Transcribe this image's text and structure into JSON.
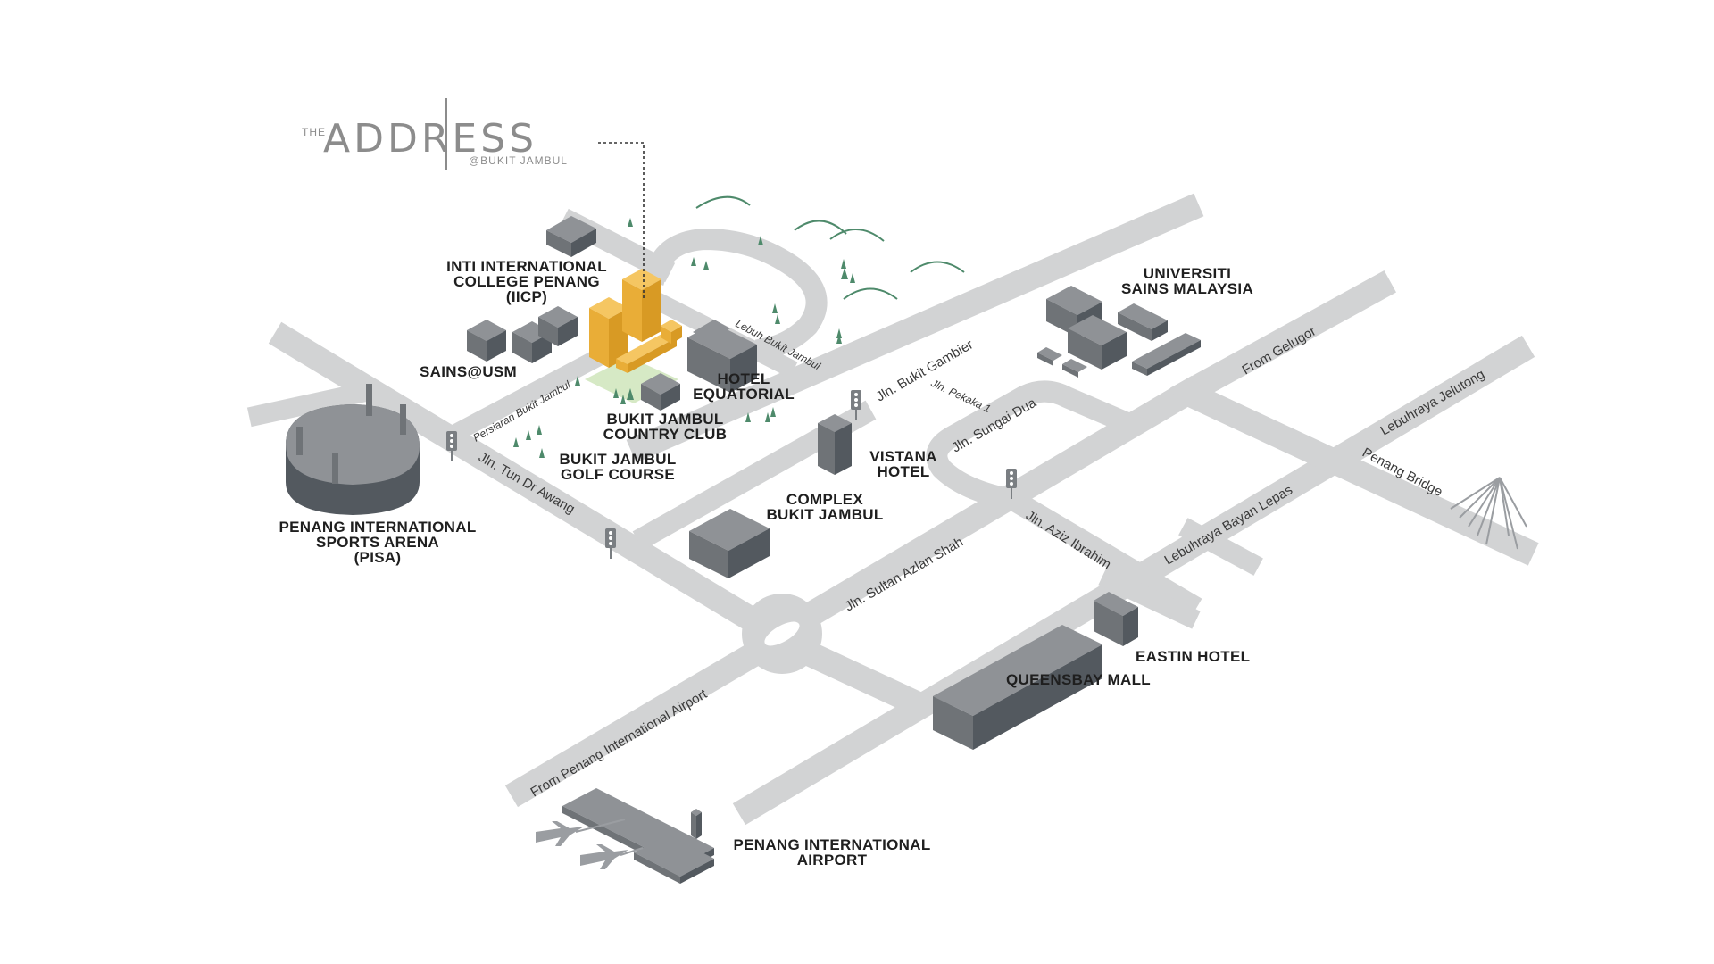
{
  "logo": {
    "prefix": "THE",
    "name": "ADDRESS",
    "sub": "@BUKIT JAMBUL"
  },
  "colors": {
    "road": "#d2d3d4",
    "building_top": "#8f9296",
    "building_left": "#6f7377",
    "building_right": "#53595f",
    "highlight": "#f0b43c",
    "tree": "#4e8a6b",
    "label": "#1f1f1f"
  },
  "landmarks": {
    "address_tower": "THE ADDRESS @BUKIT JAMBUL",
    "inti_1": "INTI INTERNATIONAL",
    "inti_2": "COLLEGE PENANG",
    "inti_3": "(IICP)",
    "sains": "SAINS@USM",
    "hotel_eq_1": "HOTEL",
    "hotel_eq_2": "EQUATORIAL",
    "country_club_1": "BUKIT JAMBUL",
    "country_club_2": "COUNTRY CLUB",
    "golf_1": "BUKIT JAMBUL",
    "golf_2": "GOLF COURSE",
    "pisa_1": "PENANG INTERNATIONAL",
    "pisa_2": "SPORTS ARENA",
    "pisa_3": "(PISA)",
    "vistana_1": "VISTANA",
    "vistana_2": "HOTEL",
    "complex_1": "COMPLEX",
    "complex_2": "BUKIT JAMBUL",
    "usm_1": "UNIVERSITI",
    "usm_2": "SAINS MALAYSIA",
    "eastin": "EASTIN HOTEL",
    "queensbay": "QUEENSBAY MALL",
    "airport_1": "PENANG INTERNATIONAL",
    "airport_2": "AIRPORT"
  },
  "roads": {
    "persiaran": "Persiaran Bukit Jambul",
    "lebuh": "Lebuh Bukit Jambul",
    "bukit_gambier": "Jln. Bukit Gambier",
    "pekaka": "Jln. Pekaka 1",
    "sungai_dua": "Jln. Sungai Dua",
    "from_gelugor": "From Gelugor",
    "jelutong": "Lebuhraya Jelutong",
    "penang_bridge": "Penang Bridge",
    "bayan_lepas": "Lebuhraya Bayan Lepas",
    "aziz_ibrahim": "Jln. Aziz Ibrahim",
    "sultan_azlan": "Jln. Sultan Azlan Shah",
    "tun_dr_awang": "Jln. Tun Dr Awang",
    "from_airport": "From Penang International Airport"
  }
}
